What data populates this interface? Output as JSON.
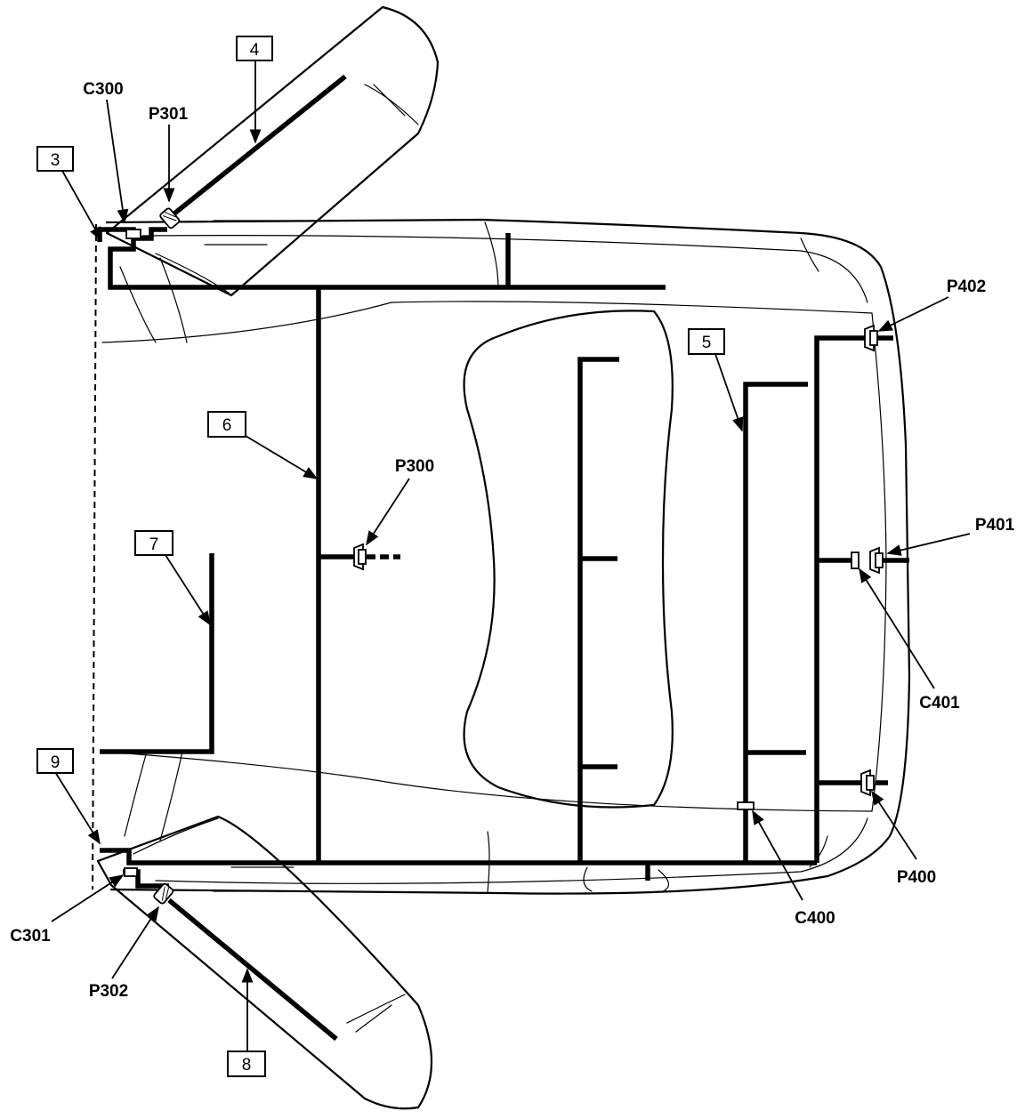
{
  "callouts": {
    "c3": "3",
    "c4": "4",
    "c5": "5",
    "c6": "6",
    "c7": "7",
    "c8": "8",
    "c9": "9"
  },
  "labels": {
    "c300": "C300",
    "p301": "P301",
    "p300": "P300",
    "p402": "P402",
    "p401": "P401",
    "c401": "C401",
    "p400": "P400",
    "c400": "C400",
    "c301": "C301",
    "p302": "P302"
  }
}
